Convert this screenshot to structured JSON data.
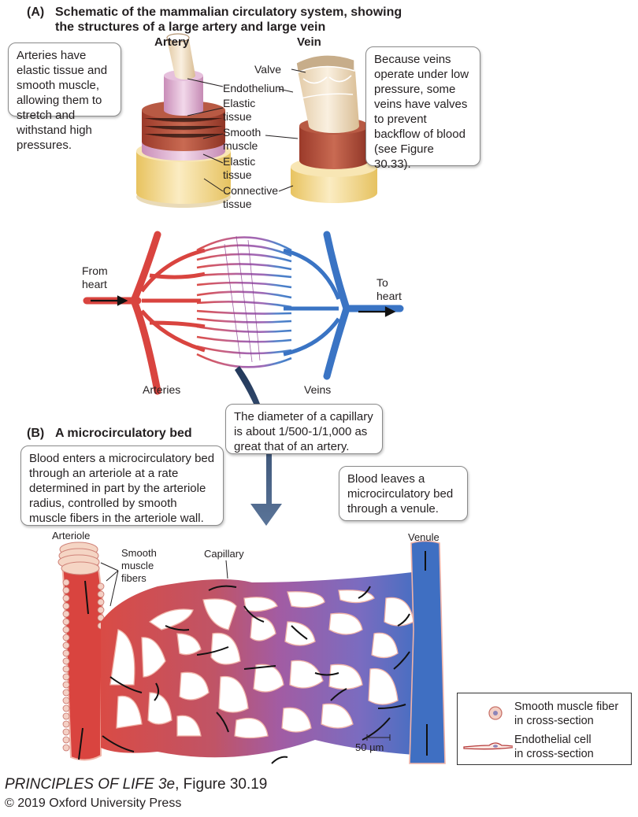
{
  "partA": {
    "tag": "(A)",
    "title_line1": "Schematic of the mammalian circulatory system, showing",
    "title_line2": "the structures of a large artery and large vein",
    "artery_heading": "Artery",
    "vein_heading": "Vein",
    "artery_callout": "Arteries have elastic tissue and smooth muscle, allowing them to stretch and withstand high pressures.",
    "vein_callout": "Because veins operate under low pressure, some veins have valves to prevent backflow of blood (see Figure 30.33).",
    "layer_labels": {
      "valve": "Valve",
      "endothelium": "Endothelium",
      "elastic1_a": "Elastic",
      "elastic1_b": "tissue",
      "smooth_a": "Smooth",
      "smooth_b": "muscle",
      "elastic2_a": "Elastic",
      "elastic2_b": "tissue",
      "connective_a": "Connective",
      "connective_b": "tissue"
    },
    "network": {
      "from_heart_a": "From",
      "from_heart_b": "heart",
      "to_heart_a": "To",
      "to_heart_b": "heart",
      "arteries": "Arteries",
      "veins": "Veins"
    },
    "capillary_callout": "The diameter of a capillary is about 1/500-1/1,000 as great that of an artery."
  },
  "partB": {
    "tag": "(B)",
    "title": "A microcirculatory bed",
    "arteriole_callout": "Blood enters a microcirculatory bed through an arteriole at a rate determined in part by the arteriole radius, controlled by smooth muscle fibers in the arteriole wall.",
    "venule_callout": "Blood leaves a microcirculatory bed through a venule.",
    "labels": {
      "arteriole": "Arteriole",
      "smooth_a": "Smooth",
      "smooth_b": "muscle",
      "smooth_c": "fibers",
      "capillary": "Capillary",
      "venule": "Venule",
      "scale": "50 µm"
    },
    "legend": {
      "item1_a": "Smooth muscle fiber",
      "item1_b": "in cross-section",
      "item2_a": "Endothelial cell",
      "item2_b": "in cross-section"
    }
  },
  "credit": {
    "book": "PRINCIPLES OF LIFE 3e",
    "figure": ", Figure 30.19",
    "copyright": "© 2019 Oxford University Press"
  },
  "colors": {
    "artery_red": "#d9443f",
    "vein_blue": "#3a74c4",
    "capillary_purple": "#a35ba8",
    "arrow_slate": "#4a6283",
    "connective_yellow": "#f3d98a",
    "muscle_brown": "#b4503c",
    "elastic_pink": "#e3b6d6"
  }
}
